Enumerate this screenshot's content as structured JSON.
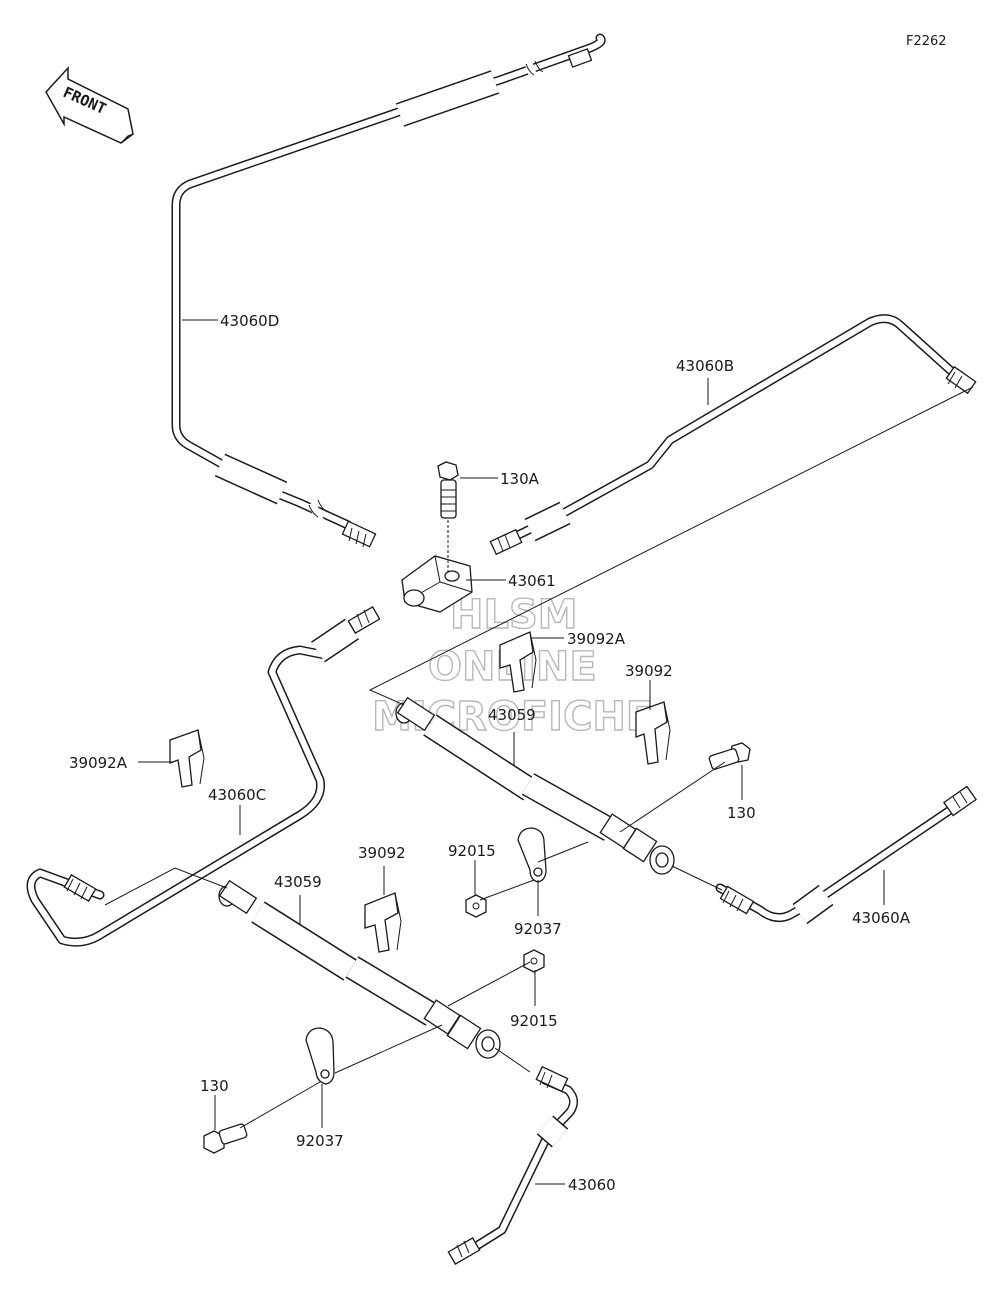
{
  "figure_code": "F2262",
  "direction_label": "FRONT",
  "watermark": {
    "line1": "HLSM",
    "line2": "ONLINE",
    "line3": "MICROFICHE"
  },
  "callouts": {
    "pipe_43060D": "43060D",
    "pipe_43060B": "43060B",
    "bolt_130A": "130A",
    "joint_43061": "43061",
    "clamp_39092A_upper": "39092A",
    "clamp_39092_right": "39092",
    "hose_43059_upper": "43059",
    "clamp_39092A_left": "39092A",
    "pipe_43060C": "43060C",
    "bolt_130_right": "130",
    "nut_92015_mid": "92015",
    "clamp_39092_lower": "39092",
    "hose_43059_lower": "43059",
    "bracket_92037_mid": "92037",
    "pipe_43060A": "43060A",
    "nut_92015_lower": "92015",
    "bolt_130_left": "130",
    "bracket_92037_lower": "92037",
    "pipe_43060": "43060"
  }
}
